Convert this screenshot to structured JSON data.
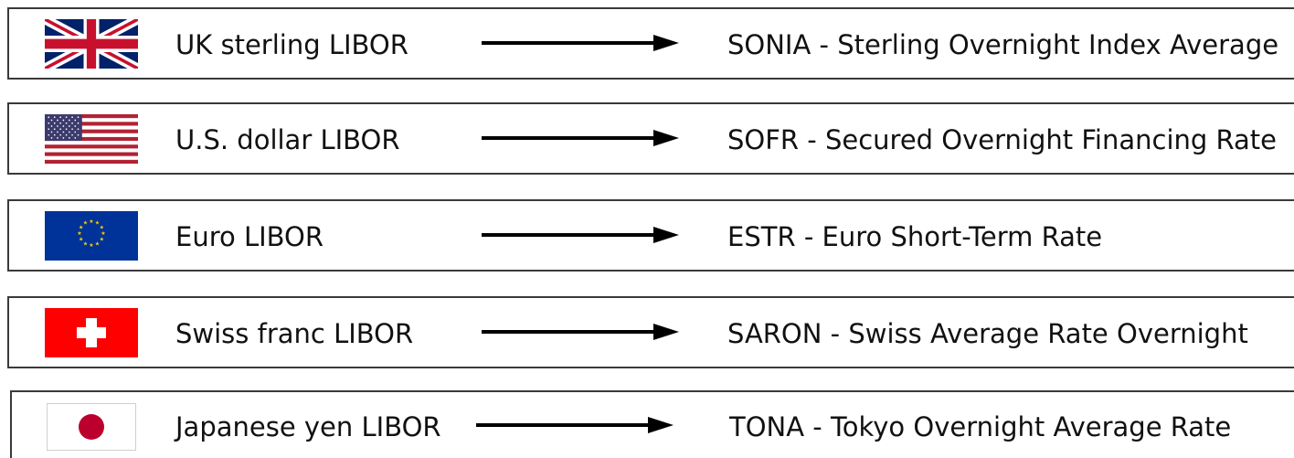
{
  "rows": [
    {
      "flag": "uk-flag-icon",
      "old_rate": "UK sterling LIBOR",
      "new_rate": "SONIA - Sterling Overnight Index Average"
    },
    {
      "flag": "us-flag-icon",
      "old_rate": "U.S. dollar LIBOR",
      "new_rate": "SOFR - Secured Overnight Financing Rate"
    },
    {
      "flag": "eu-flag-icon",
      "old_rate": "Euro LIBOR",
      "new_rate": "ESTR - Euro Short-Term Rate"
    },
    {
      "flag": "swiss-flag-icon",
      "old_rate": "Swiss franc LIBOR",
      "new_rate": "SARON - Swiss Average Rate Overnight"
    },
    {
      "flag": "japan-flag-icon",
      "old_rate": "Japanese yen LIBOR",
      "new_rate": "TONA - Tokyo Overnight Average Rate"
    }
  ],
  "colors": {
    "border": "#3a3a3a",
    "arrow": "#000000",
    "uk_blue": "#012169",
    "uk_red": "#c8102e",
    "us_red": "#b22234",
    "us_blue": "#3c3b6e",
    "eu_blue": "#003399",
    "eu_gold": "#ffcc00",
    "swiss_red": "#ff0000",
    "japan_red": "#bc002d"
  }
}
